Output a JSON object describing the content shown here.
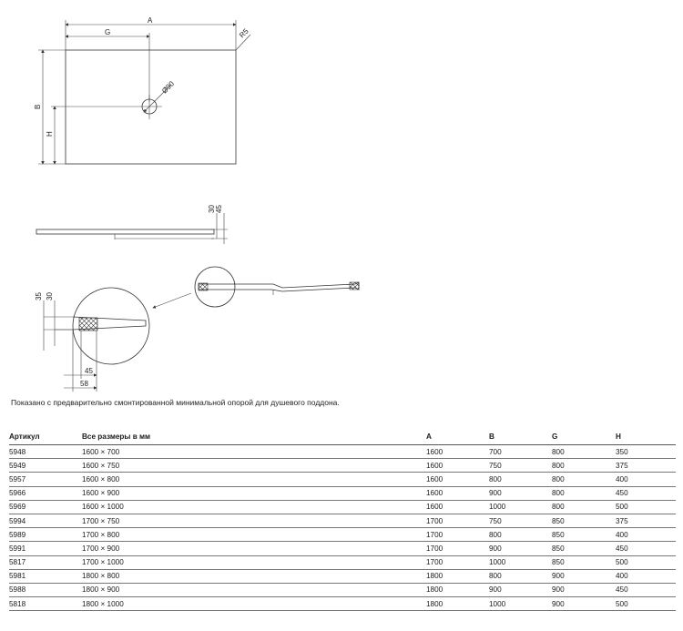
{
  "drawing": {
    "plan_labels": {
      "a": "A",
      "g": "G",
      "r5": "R5",
      "d90": "Ø90",
      "b": "B",
      "h": "H"
    },
    "section_labels": {
      "d30": "30",
      "d45": "45"
    },
    "detail_labels": {
      "d35": "35",
      "d30": "30",
      "d45": "45",
      "d58": "58"
    }
  },
  "note": "Показано с предварительно смонтированной минимальной опорой для душевого поддона.",
  "table": {
    "headers": [
      "Артикул",
      "Все размеры в мм",
      "A",
      "B",
      "G",
      "H"
    ],
    "rows": [
      [
        "5948",
        "1600 × 700",
        "1600",
        "700",
        "800",
        "350"
      ],
      [
        "5949",
        "1600 × 750",
        "1600",
        "750",
        "800",
        "375"
      ],
      [
        "5957",
        "1600 × 800",
        "1600",
        "800",
        "800",
        "400"
      ],
      [
        "5966",
        "1600 × 900",
        "1600",
        "900",
        "800",
        "450"
      ],
      [
        "5969",
        "1600 × 1000",
        "1600",
        "1000",
        "800",
        "500"
      ],
      [
        "5994",
        "1700 × 750",
        "1700",
        "750",
        "850",
        "375"
      ],
      [
        "5989",
        "1700 × 800",
        "1700",
        "800",
        "850",
        "400"
      ],
      [
        "5991",
        "1700 × 900",
        "1700",
        "900",
        "850",
        "450"
      ],
      [
        "5817",
        "1700 × 1000",
        "1700",
        "1000",
        "850",
        "500"
      ],
      [
        "5981",
        "1800 × 800",
        "1800",
        "800",
        "900",
        "400"
      ],
      [
        "5988",
        "1800 × 900",
        "1800",
        "900",
        "900",
        "450"
      ],
      [
        "5818",
        "1800 × 1000",
        "1800",
        "1000",
        "900",
        "500"
      ]
    ]
  }
}
